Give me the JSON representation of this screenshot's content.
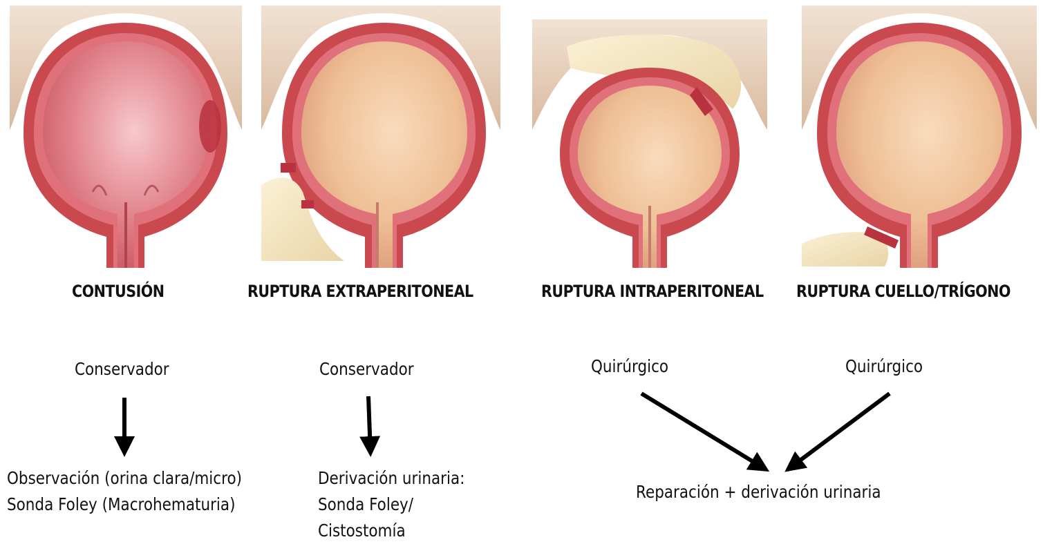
{
  "panels": [
    {
      "title": "CONTUSIÓN",
      "treatment": "Conservador",
      "details": [
        "Observación (orina clara/micro)",
        "Sonda Foley (Macrohematuria)"
      ]
    },
    {
      "title": "RUPTURA EXTRAPERITONEAL",
      "treatment": "Conservador",
      "details": [
        "Derivación urinaria:",
        "Sonda Foley/",
        "Cistostomía"
      ]
    },
    {
      "title": "RUPTURA INTRAPERITONEAL",
      "treatment": "Quirúrgico"
    },
    {
      "title": "RUPTURA CUELLO/TRÍGONO",
      "treatment": "Quirúrgico"
    }
  ],
  "shared_outcome": "Reparación + derivación urinaria",
  "colors": {
    "bladder_wall": "#c9494f",
    "bladder_inner_contusion": "#e99aa0",
    "bladder_inner_normal": "#f0c59f",
    "peritoneum": "#e8d2bd",
    "urine_leak": "#f2e6c4"
  }
}
